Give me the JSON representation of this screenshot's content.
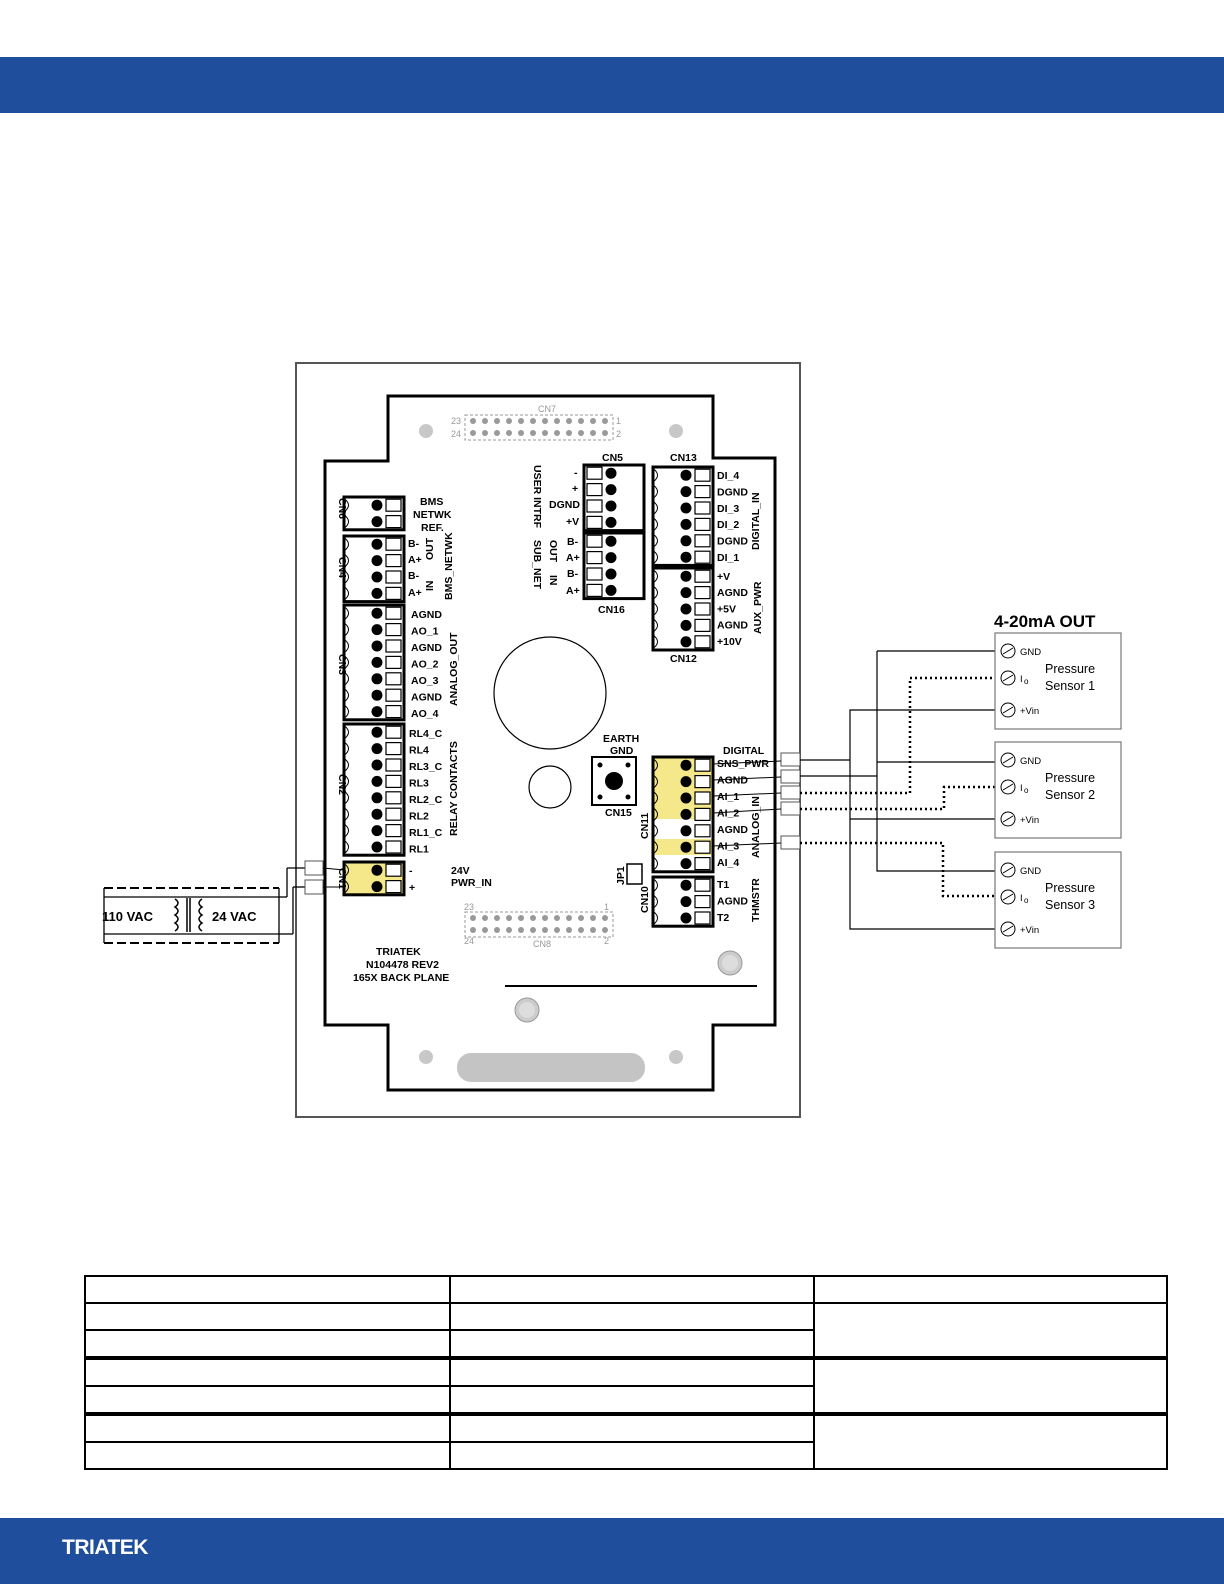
{
  "board": {
    "cn7": "CN7",
    "cn7_p23": "23",
    "cn7_p24": "24",
    "cn7_p1": "1",
    "cn7_p2": "2",
    "cn8": "CN8",
    "cn8_p23": "23",
    "cn8_p24": "24",
    "cn8_p1": "1",
    "cn8_p2": "2",
    "cn5": "CN5",
    "cn16": "CN16",
    "cn13": "CN13",
    "cn12": "CN12",
    "cn6": "CN6",
    "cn4": "CN4",
    "cn3": "CN3",
    "cn2": "CN2",
    "cn1": "CN1",
    "cn11": "CN11",
    "cn10": "CN10",
    "cn15": "CN15",
    "jp1": "JP1",
    "bms_ref": [
      "BMS",
      "NETWK",
      "REF."
    ],
    "cn4_pins": [
      "B-",
      "A+",
      "B-",
      "A+"
    ],
    "cn4_out": "OUT",
    "cn4_in": "IN",
    "bms_netwk": "BMS_NETWK",
    "cn3_pins": [
      "AGND",
      "AO_1",
      "AGND",
      "AO_2",
      "AO_3",
      "AGND",
      "AO_4"
    ],
    "analog_out": "ANALOG_OUT",
    "cn2_pins": [
      "RL4_C",
      "RL4",
      "RL3_C",
      "RL3",
      "RL2_C",
      "RL2",
      "RL1_C",
      "RL1"
    ],
    "relay_contacts": "RELAY CONTACTS",
    "cn1_pins": [
      "-",
      "+"
    ],
    "pwr_in": [
      "24V",
      "PWR_IN"
    ],
    "cn5_pins": [
      "-",
      "+",
      "DGND",
      "+V"
    ],
    "user_intrf": "USER INTRF",
    "cn16_pins": [
      "B-",
      "A+",
      "B-",
      "A+"
    ],
    "cn16_out": "OUT",
    "cn16_in": "IN",
    "sub_net": "SUB_NET",
    "cn13_pins": [
      "DI_4",
      "DGND",
      "DI_3",
      "DI_2",
      "DGND",
      "DI_1"
    ],
    "digital_in": "DIGITAL_IN",
    "cn12_pins": [
      "+V",
      "AGND",
      "+5V",
      "AGND",
      "+10V"
    ],
    "aux_pwr": "AUX_PWR",
    "earth_gnd": [
      "EARTH",
      "GND"
    ],
    "digital_sns": "DIGITAL",
    "cn11_pins": [
      "SNS_PWR",
      "AGND",
      "AI_1",
      "AI_2",
      "AGND",
      "AI_3",
      "AI_4"
    ],
    "analog_in": "ANALOG_IN",
    "cn10_pins": [
      "T1",
      "AGND",
      "T2"
    ],
    "thmstr": "THMSTR",
    "board_label": [
      "TRIATEK",
      "N104478 REV2",
      "165X BACK PLANE"
    ]
  },
  "transformer": {
    "primary": "110 VAC",
    "secondary": "24 VAC"
  },
  "sensors": {
    "heading": "4-20mA OUT",
    "gnd": "GND",
    "io": "I",
    "io_sub": "o",
    "vin": "+Vin",
    "items": [
      {
        "line1": "Pressure",
        "line2": "Sensor 1"
      },
      {
        "line1": "Pressure",
        "line2": "Sensor 2"
      },
      {
        "line1": "Pressure",
        "line2": "Sensor 3"
      }
    ]
  },
  "footer": {
    "brand": "TRIATEK"
  },
  "colors": {
    "band": "#1f4f9c",
    "highlight": "#f4e88a"
  }
}
